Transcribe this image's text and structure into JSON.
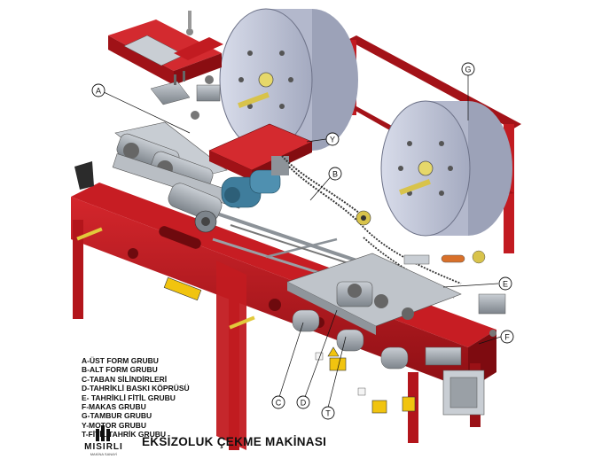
{
  "title": "EKSİZOLUK ÇEKME MAKİNASI",
  "brand": {
    "name": "MISIRLI",
    "tagline": "MAKİNA SANAYİ"
  },
  "legend": [
    "A-ÜST FORM GRUBU",
    "B-ALT FORM GRUBU",
    "C-TABAN SİLİNDİRLERİ",
    "D-TAHRİKLİ BASKI KÖPRÜSÜ",
    "E- TAHRİKLİ FİTİL GRUBU",
    "F-MAKAS GRUBU",
    "G-TAMBUR GRUBU",
    "Y-MOTOR GRUBU",
    "T-FİTİL TAHRİK GRUBU"
  ],
  "callouts": {
    "A": "A",
    "B": "B",
    "C": "C",
    "D": "D",
    "E": "E",
    "F": "F",
    "G": "G",
    "T": "T",
    "Y": "Y"
  },
  "colors": {
    "frame_red": "#b5141b",
    "frame_dark": "#7a0c10",
    "steel": "#9aa0a6",
    "drum": "#bfc4d8",
    "motor": "#3f7d9c",
    "warning": "#f1c40f"
  }
}
